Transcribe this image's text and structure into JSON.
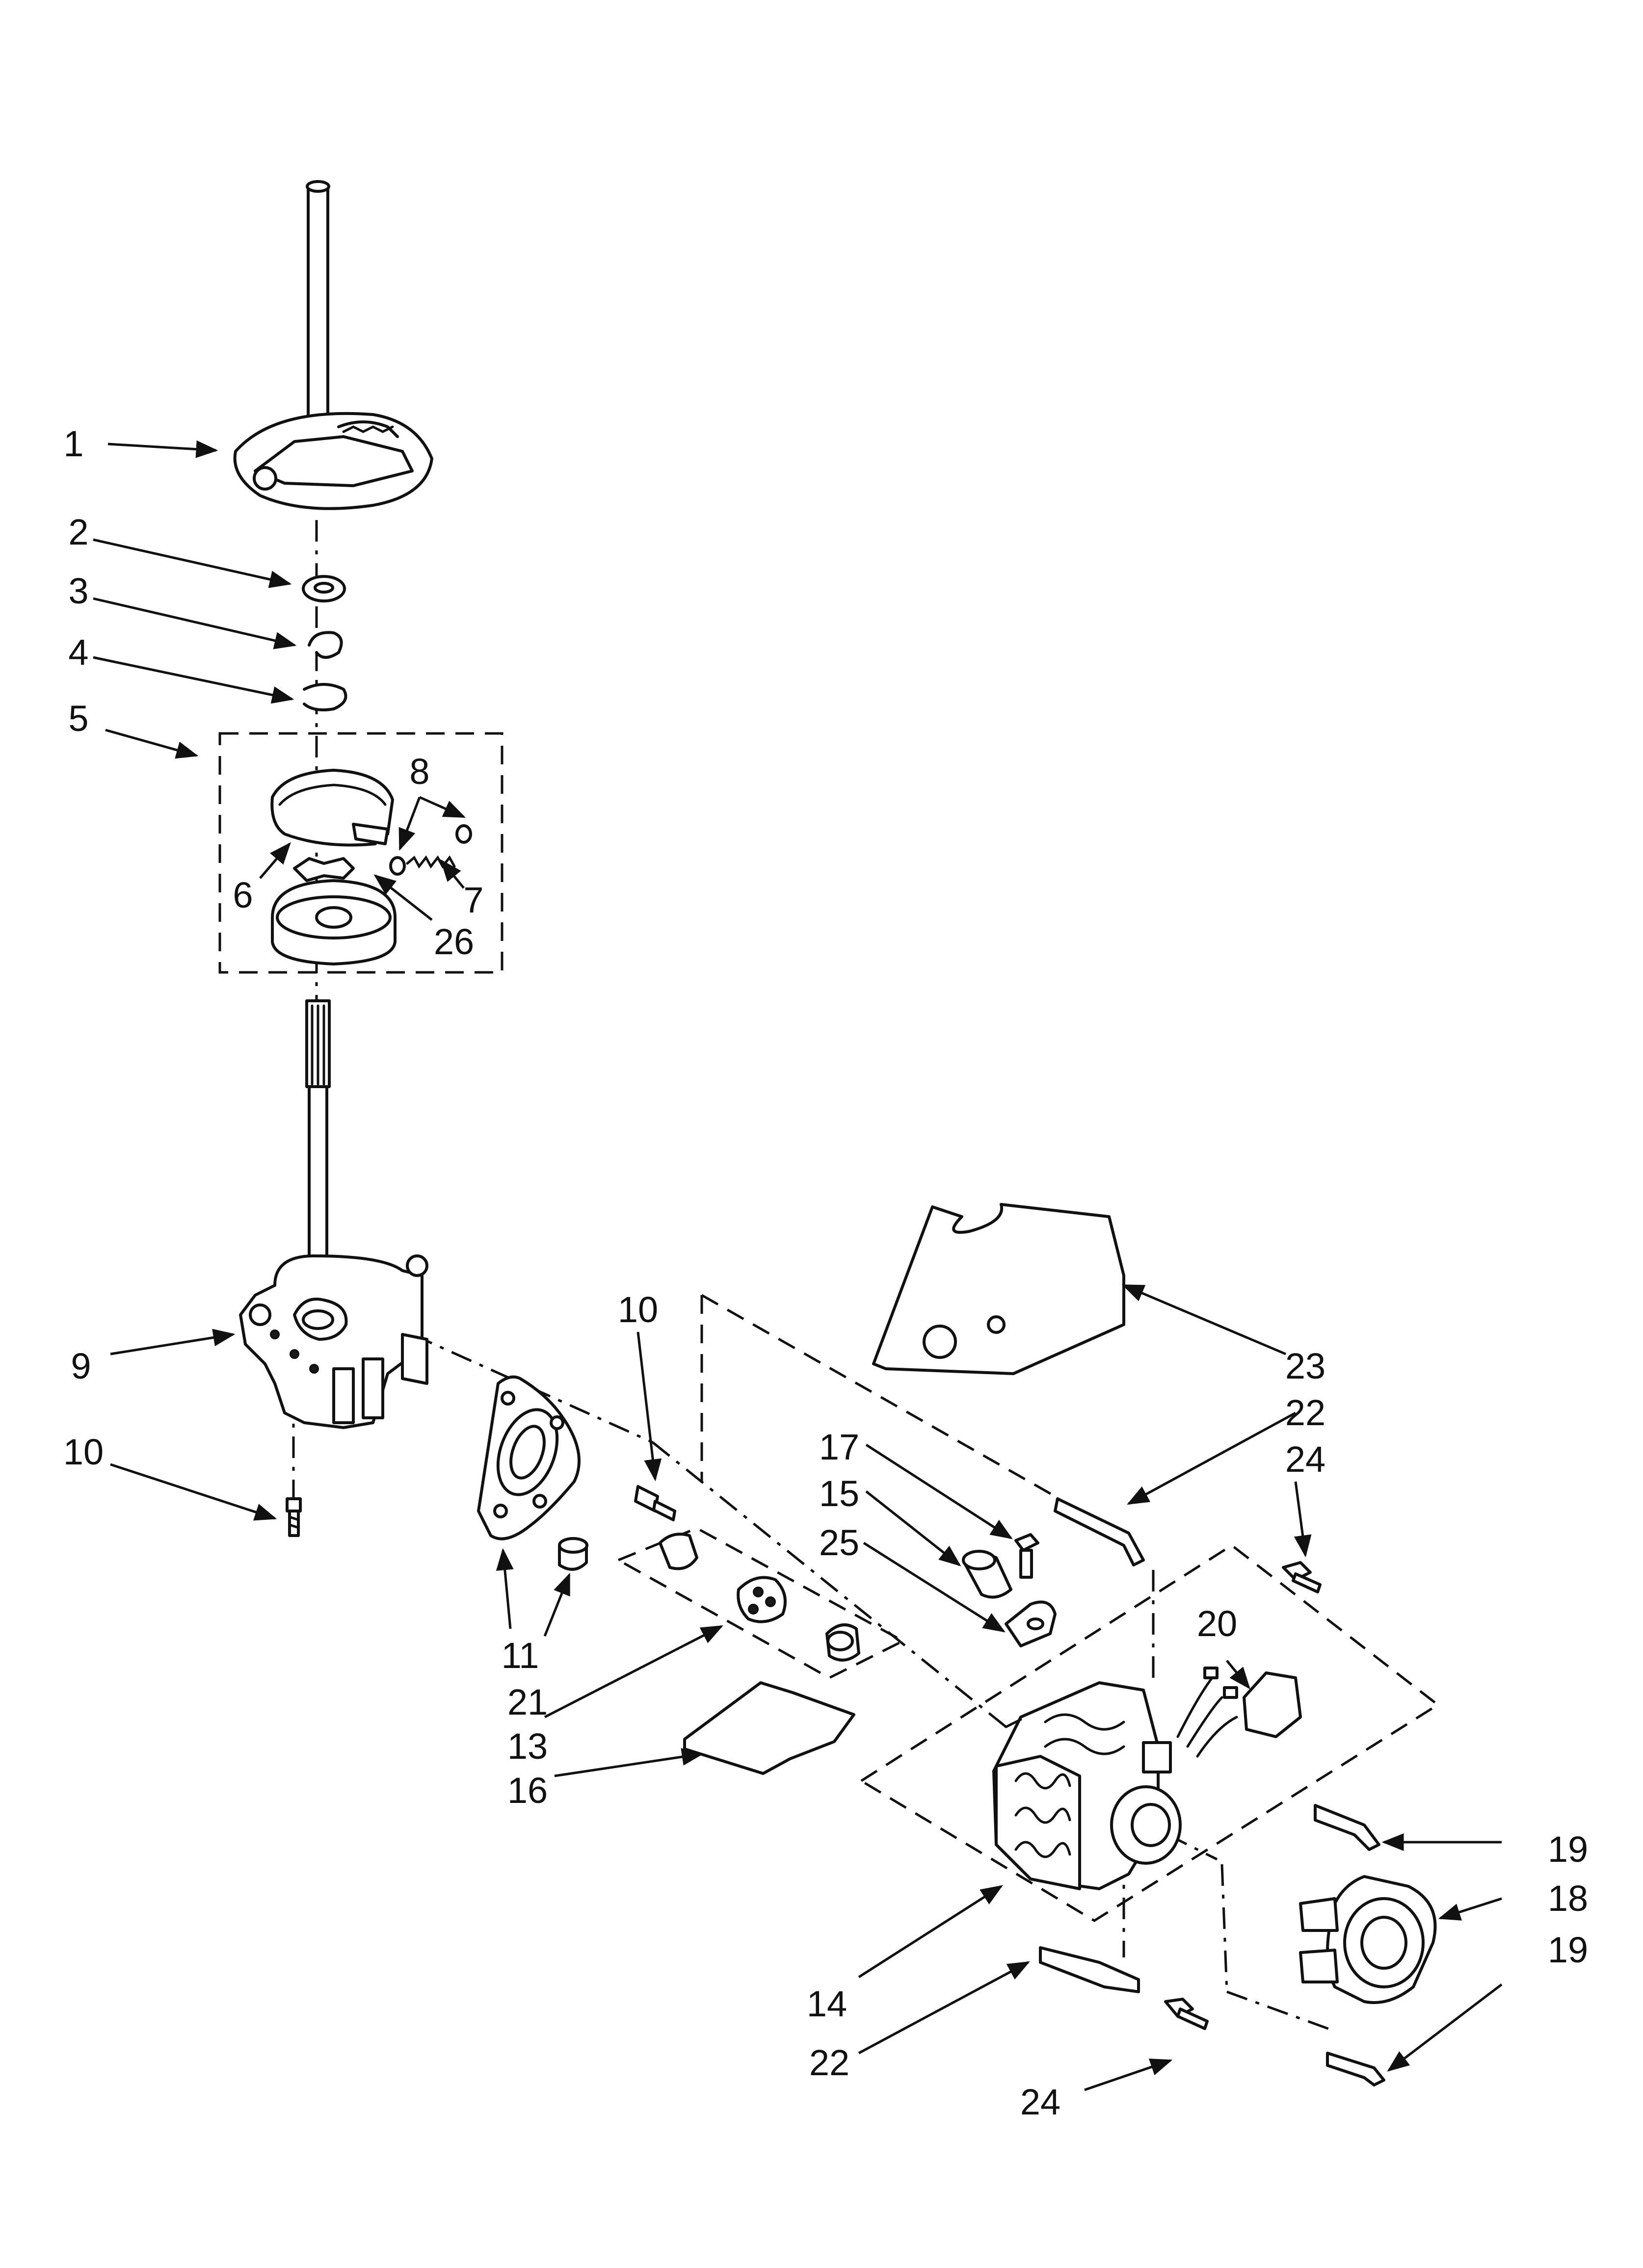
{
  "callouts": [
    {
      "id": "c1",
      "label": "1"
    },
    {
      "id": "c2",
      "label": "2"
    },
    {
      "id": "c3",
      "label": "3"
    },
    {
      "id": "c4",
      "label": "4"
    },
    {
      "id": "c5",
      "label": "5"
    },
    {
      "id": "c8",
      "label": "8"
    },
    {
      "id": "c6",
      "label": "6"
    },
    {
      "id": "c7",
      "label": "7"
    },
    {
      "id": "c26",
      "label": "26"
    },
    {
      "id": "c10a",
      "label": "10"
    },
    {
      "id": "c9",
      "label": "9"
    },
    {
      "id": "c10b",
      "label": "10"
    },
    {
      "id": "c23",
      "label": "23"
    },
    {
      "id": "c22a",
      "label": "22"
    },
    {
      "id": "c24a",
      "label": "24"
    },
    {
      "id": "c17",
      "label": "17"
    },
    {
      "id": "c15",
      "label": "15"
    },
    {
      "id": "c25",
      "label": "25"
    },
    {
      "id": "c20",
      "label": "20"
    },
    {
      "id": "c11",
      "label": "11"
    },
    {
      "id": "c21",
      "label": "21"
    },
    {
      "id": "c13",
      "label": "13"
    },
    {
      "id": "c16",
      "label": "16"
    },
    {
      "id": "c19a",
      "label": "19"
    },
    {
      "id": "c18",
      "label": "18"
    },
    {
      "id": "c19b",
      "label": "19"
    },
    {
      "id": "c14",
      "label": "14"
    },
    {
      "id": "c22b",
      "label": "22"
    },
    {
      "id": "c24b",
      "label": "24"
    }
  ]
}
